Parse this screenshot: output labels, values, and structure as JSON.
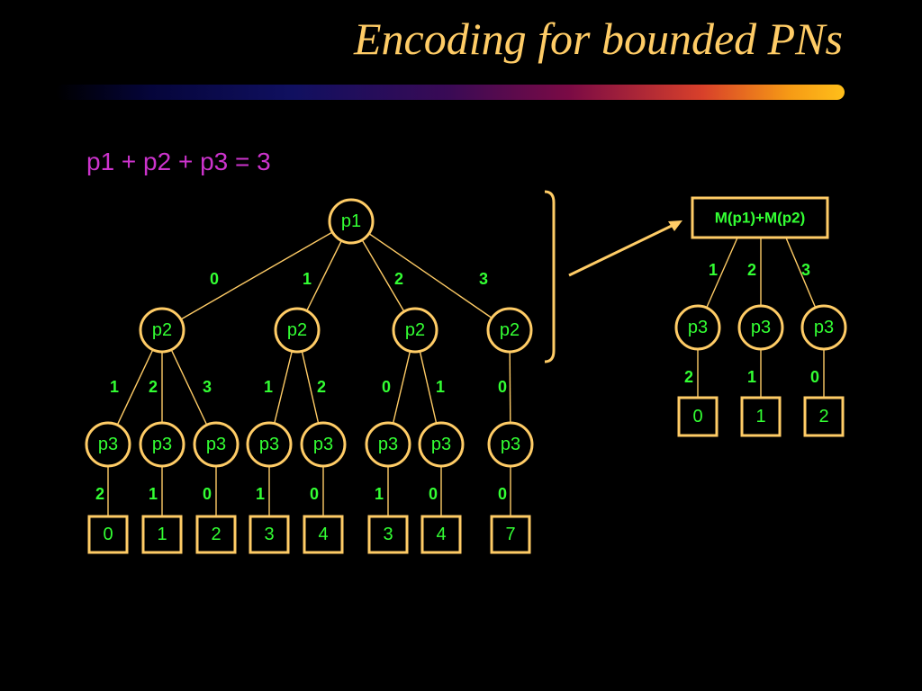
{
  "slide": {
    "title": "Encoding for bounded PNs",
    "equation": "p1 + p2 + p3 = 3"
  },
  "colors": {
    "background": "#000000",
    "title": "#FFCC66",
    "equation": "#CC33CC",
    "labels": "#33FF33",
    "outline": "#FFCC66"
  },
  "tree": {
    "root": "p1",
    "level1_edges": [
      "0",
      "1",
      "2",
      "3"
    ],
    "level1_nodes": [
      "p2",
      "p2",
      "p2",
      "p2"
    ],
    "level2_edges": [
      "1",
      "2",
      "3",
      "1",
      "2",
      "0",
      "1",
      "0"
    ],
    "level2_nodes": [
      "p3",
      "p3",
      "p3",
      "p3",
      "p3",
      "p3",
      "p3",
      "p3"
    ],
    "level3_edges": [
      "2",
      "1",
      "0",
      "1",
      "0",
      "1",
      "0",
      "0"
    ],
    "leaves": [
      "0",
      "1",
      "2",
      "3",
      "4",
      "3",
      "4",
      "7"
    ]
  },
  "compact": {
    "header": "M(p1)+M(p2)",
    "edges": [
      "1",
      "2",
      "3"
    ],
    "nodes": [
      "p3",
      "p3",
      "p3"
    ],
    "leaf_edges": [
      "2",
      "1",
      "0"
    ],
    "leaves": [
      "0",
      "1",
      "2"
    ]
  }
}
